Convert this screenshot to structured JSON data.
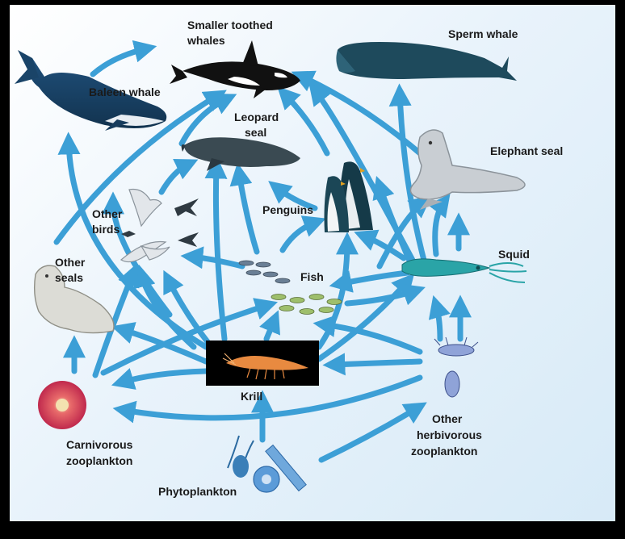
{
  "labels": {
    "smaller_toothed_whales": [
      "Smaller toothed",
      "whales"
    ],
    "sperm_whale": "Sperm whale",
    "baleen_whale": "Baleen whale",
    "leopard_seal": [
      "Leopard",
      "seal"
    ],
    "elephant_seal": "Elephant seal",
    "penguins": "Penguins",
    "other_birds": [
      "Other",
      "birds"
    ],
    "squid": "Squid",
    "other_seals": [
      "Other",
      "seals"
    ],
    "fish": "Fish",
    "krill": "Krill",
    "carnivorous_zooplankton": [
      "Carnivorous",
      "zooplankton"
    ],
    "phytoplankton": "Phytoplankton",
    "other_herbivorous_zooplankton": [
      "Other",
      "herbivorous",
      "zooplankton"
    ]
  },
  "colors": {
    "arrow": "#3c9fd6",
    "background": "#e4f0f9"
  }
}
